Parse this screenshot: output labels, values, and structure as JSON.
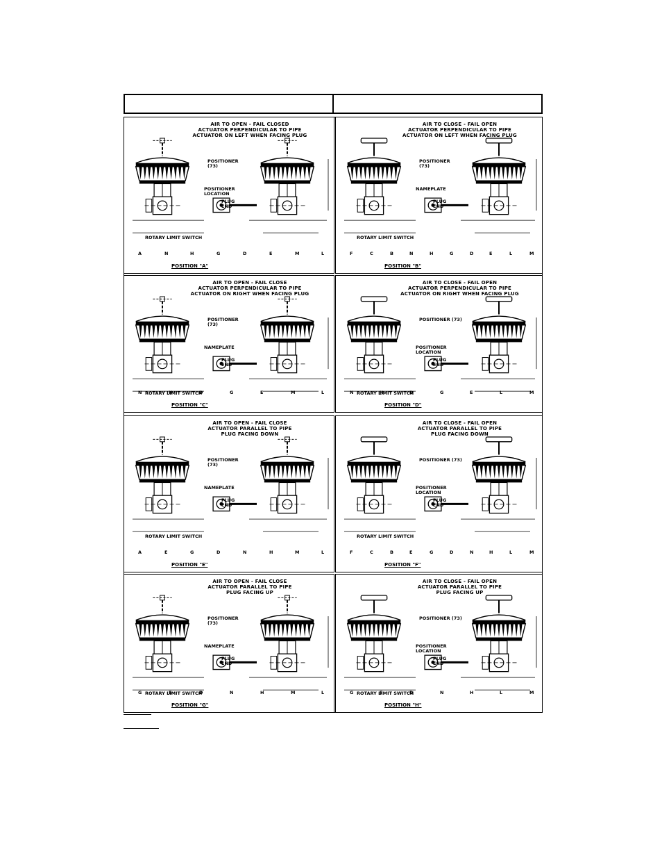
{
  "panels": [
    {
      "id": "A",
      "caption": "AIR TO OPEN - FAIL CLOSED\nACTUATOR PERPENDICULAR TO PIPE\nACTUATOR ON LEFT WHEN FACING PLUG",
      "position": "POSITION \"A\"",
      "labels": [
        "POSITIONER\n(73)",
        "POSITIONER\nLOCATION",
        "PLUG\nEND",
        "ROTARY LIMIT SWITCH"
      ],
      "dims": [
        "A",
        "N",
        "H",
        "G",
        "D",
        "E",
        "M",
        "L"
      ]
    },
    {
      "id": "B",
      "caption": "AIR TO CLOSE - FAIL OPEN\nACTUATOR PERPENDICULAR TO PIPE\nACTUATOR ON LEFT WHEN FACING PLUG",
      "position": "POSITION \"B\"",
      "labels": [
        "POSITIONER\n(73)",
        "NAMEPLATE",
        "PLUG\nEND",
        "ROTARY LIMIT SWITCH"
      ],
      "dims": [
        "F",
        "C",
        "B",
        "N",
        "H",
        "G",
        "D",
        "E",
        "L",
        "M"
      ]
    },
    {
      "id": "C",
      "caption": "AIR TO OPEN - FAIL CLOSE\nACTUATOR PERPENDICULAR TO PIPE\nACTUATOR ON RIGHT WHEN FACING PLUG",
      "position": "POSITION \"C\"",
      "labels": [
        "POSITIONER\n(73)",
        "NAMEPLATE",
        "PLUG\nEND",
        "ROTARY LIMIT SWITCH"
      ],
      "dims": [
        "N",
        "H",
        "D",
        "G",
        "E",
        "M",
        "L"
      ]
    },
    {
      "id": "D",
      "caption": "AIR TO CLOSE - FAIL OPEN\nACTUATOR PERPENDICULAR TO PIPE\nACTUATOR ON RIGHT WHEN FACING PLUG",
      "position": "POSITION \"D\"",
      "labels": [
        "POSITIONER (73)",
        "POSITIONER\nLOCATION",
        "PLUG\nEND",
        "ROTARY LIMIT SWITCH"
      ],
      "dims": [
        "N",
        "H",
        "D",
        "G",
        "E",
        "L",
        "M"
      ]
    },
    {
      "id": "E",
      "caption": "AIR TO OPEN - FAIL CLOSE\nACTUATOR PARALLEL TO PIPE\nPLUG FACING DOWN",
      "position": "POSITION \"E\"",
      "labels": [
        "POSITIONER\n(73)",
        "NAMEPLATE",
        "PLUG\nEND",
        "ROTARY LIMIT SWITCH"
      ],
      "dims": [
        "A",
        "E",
        "G",
        "D",
        "N",
        "H",
        "M",
        "L"
      ]
    },
    {
      "id": "F",
      "caption": "AIR TO CLOSE - FAIL OPEN\nACTUATOR PARALLEL TO PIPE\nPLUG FACING DOWN",
      "position": "POSITION \"F\"",
      "labels": [
        "POSITIONER (73)",
        "POSITIONER\nLOCATION",
        "PLUG\nEND",
        "ROTARY LIMIT SWITCH"
      ],
      "dims": [
        "F",
        "C",
        "B",
        "E",
        "G",
        "D",
        "N",
        "H",
        "L",
        "M"
      ]
    },
    {
      "id": "G",
      "caption": "AIR TO OPEN - FAIL CLOSE\nACTUATOR PARALLEL TO PIPE\nPLUG FACING UP",
      "position": "POSITION \"G\"",
      "labels": [
        "POSITIONER\n(73)",
        "NAMEPLATE",
        "PLUG\nEND",
        "ROTARY LIMIT SWITCH"
      ],
      "dims": [
        "G",
        "E",
        "D",
        "N",
        "H",
        "M",
        "L"
      ]
    },
    {
      "id": "H",
      "caption": "AIR TO CLOSE - FAIL OPEN\nACTUATOR PARALLEL TO PIPE\nPLUG FACING UP",
      "position": "POSITION \"H\"",
      "labels": [
        "POSITIONER (73)",
        "POSITIONER\nLOCATION",
        "PLUG\nEND",
        "ROTARY LIMIT SWITCH"
      ],
      "dims": [
        "G",
        "E",
        "D",
        "N",
        "H",
        "L",
        "M"
      ]
    }
  ]
}
